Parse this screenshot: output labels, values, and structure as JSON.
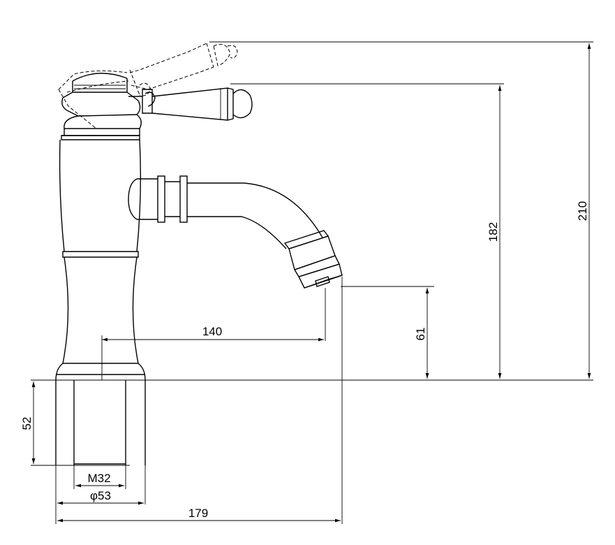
{
  "dimensions": {
    "total_height": "210",
    "spout_height": "182",
    "outlet_height": "61",
    "spout_reach": "140",
    "overall_length": "179",
    "shank_length": "52",
    "thread": "M32",
    "base_diameter": "φ53"
  }
}
